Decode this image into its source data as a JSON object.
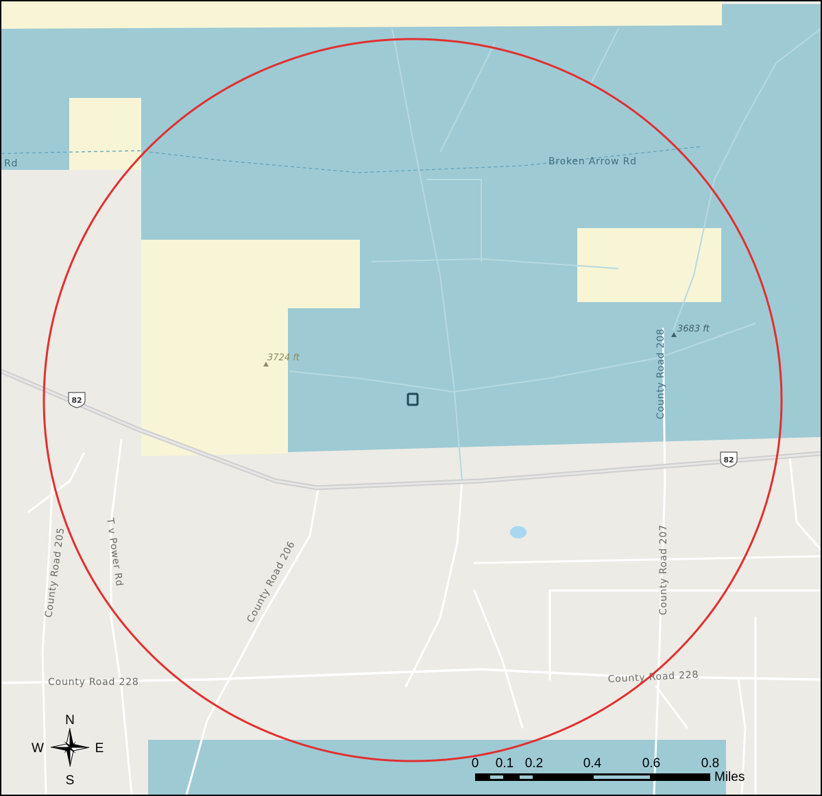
{
  "map": {
    "roads": {
      "rd_fragment": "Rd",
      "broken_arrow": "Broken Arrow Rd",
      "cr208": "County Road 208",
      "cr207": "County Road 207",
      "cr205": "County Road 205",
      "tv_power": "T v Power Rd",
      "cr206": "County Road 206",
      "cr228_west": "County Road 228",
      "cr228_east": "County Road 228"
    },
    "highway": {
      "west": "82",
      "east": "82"
    },
    "elevations": {
      "peak_west": "3724 ft",
      "peak_east": "3683 ft"
    },
    "colors": {
      "base": "#ecebe6",
      "blue_parcel": "#9ecad4",
      "yellow_parcel": "#f7f5d6",
      "buffer_circle": "#e03030",
      "site_marker": "#1f4a5a"
    }
  },
  "compass": {
    "n": "N",
    "s": "S",
    "e": "E",
    "w": "W"
  },
  "scale_bar": {
    "labels": [
      "0",
      "0.1",
      "0.2",
      "0.4",
      "0.6",
      "0.8"
    ],
    "unit": "Miles"
  }
}
